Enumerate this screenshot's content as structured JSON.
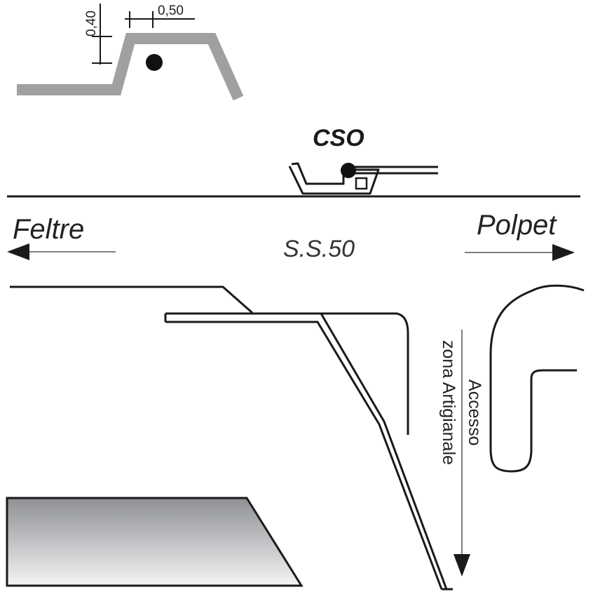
{
  "dimensions": {
    "height_label": "0,40",
    "width_label": "0,50"
  },
  "labels": {
    "station": "CSO",
    "road": "S.S.50",
    "destination_left": "Feltre",
    "destination_right": "Polpet",
    "access_line1": "Accesso",
    "access_line2": "zona Artigianale"
  },
  "colors": {
    "line": "#1a1a1a",
    "profile_gray": "#a0a0a0",
    "gradient_dark": "#8e9094",
    "gradient_light": "#f4f4f4"
  }
}
